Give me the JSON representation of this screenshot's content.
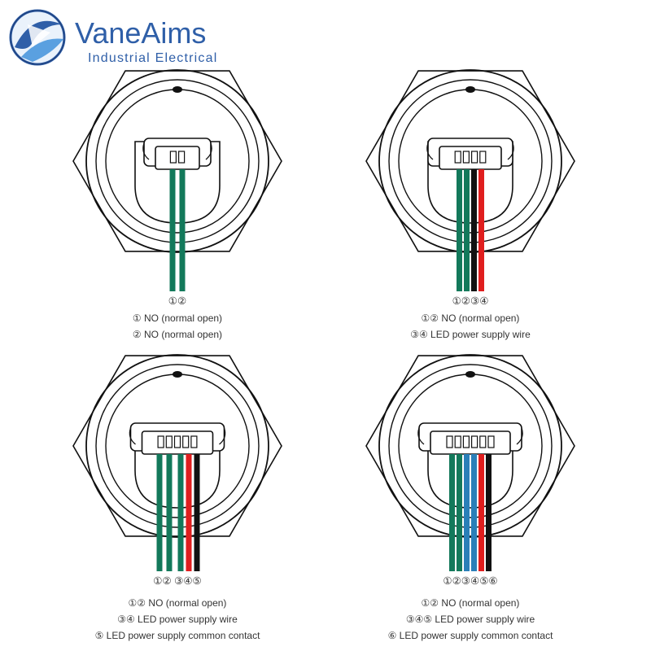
{
  "brand": {
    "name": "VaneAims",
    "tagline": "Industrial Electrical",
    "logo_icon": "globe-swirl-icon",
    "color_primary": "#2f5fa8",
    "color_dark": "#1f3f7a",
    "color_accent": "#5aa0e0"
  },
  "wire_colors": {
    "green": "#13795b",
    "blue": "#2a7fb8",
    "red": "#e01e1e",
    "black": "#111111"
  },
  "diagrams": [
    {
      "pins": 2,
      "wires": [
        "green",
        "green"
      ],
      "pin_label": "①②",
      "captions": [
        "① NO (normal open)",
        "② NO (normal open)"
      ]
    },
    {
      "pins": 4,
      "wires": [
        "green",
        "green",
        "black",
        "red"
      ],
      "pin_label": "①②③④",
      "captions": [
        "①② NO (normal open)",
        "③④  LED power supply wire"
      ]
    },
    {
      "pins": 5,
      "wires": [
        "green",
        "green",
        "green",
        "red",
        "black"
      ],
      "pin_label": "①②  ③④⑤",
      "captions": [
        "①② NO (normal open)",
        "③④  LED power supply wire",
        "⑤  LED power supply common contact"
      ]
    },
    {
      "pins": 6,
      "wires": [
        "green",
        "green",
        "blue",
        "blue",
        "red",
        "black"
      ],
      "pin_label": "①②③④⑤⑥",
      "captions": [
        "①② NO (normal open)",
        "③④⑤  LED power supply wire",
        "⑥  LED power supply common contact"
      ]
    }
  ]
}
